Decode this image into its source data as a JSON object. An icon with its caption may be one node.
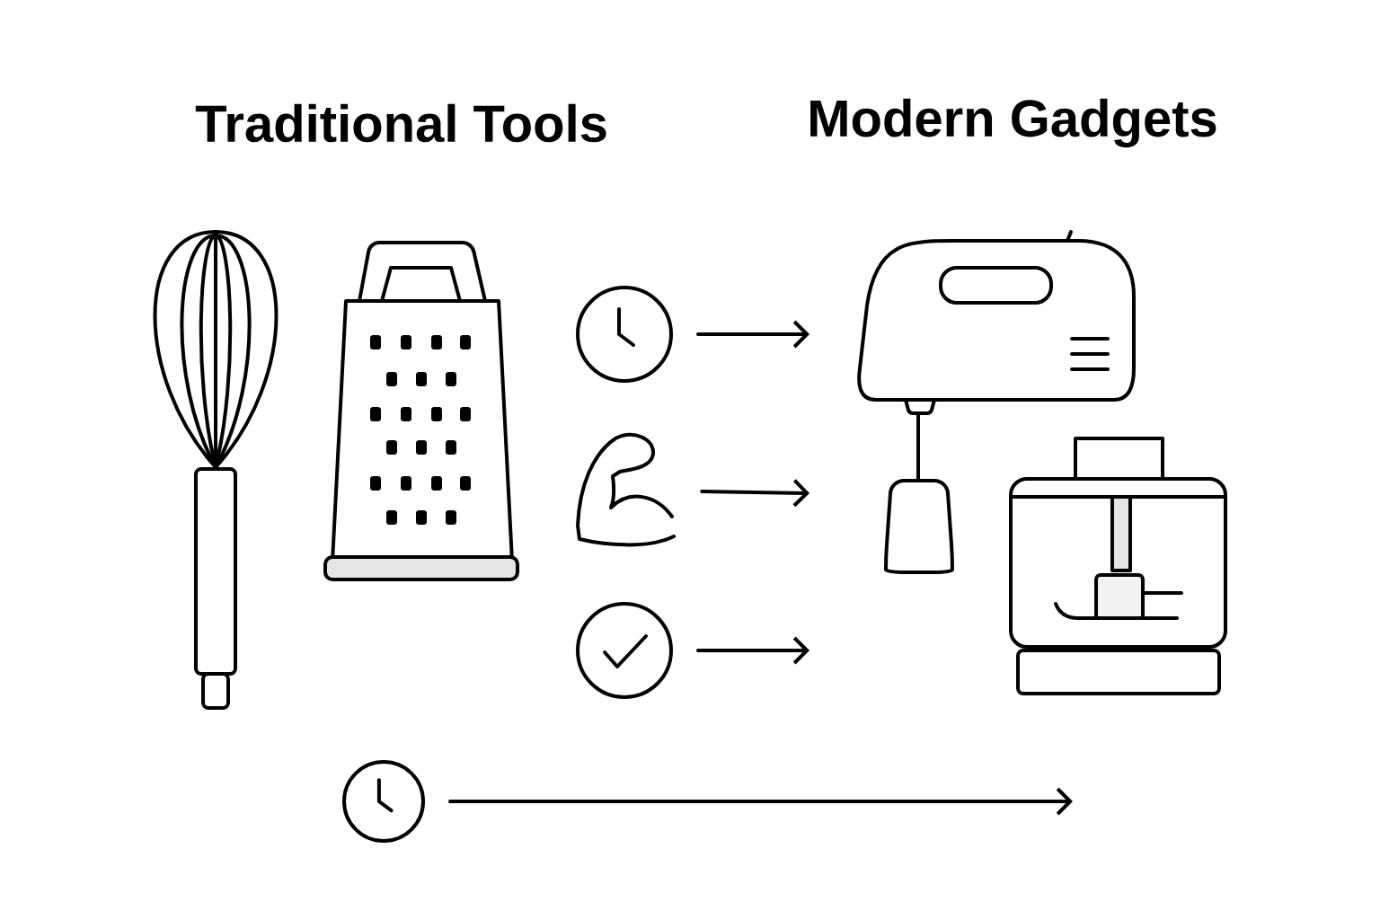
{
  "diagram": {
    "nodes": [
      {
        "text": [],
        "shape": "circle"
      },
      {
        "text": [],
        "shape": "picture"
      },
      {
        "text": [],
        "shape": "circle"
      },
      {
        "text": [],
        "shape": "circle"
      }
    ],
    "edges": [
      {
        "from": 0,
        "to": null,
        "arrow": "to"
      },
      {
        "from": 1,
        "to": null,
        "arrow": "to"
      },
      {
        "from": 2,
        "to": null,
        "arrow": "to"
      },
      {
        "from": 3,
        "to": null,
        "arrow": "to"
      }
    ],
    "labels": [
      "Traditional Tools",
      "Modern Gadgets"
    ]
  }
}
